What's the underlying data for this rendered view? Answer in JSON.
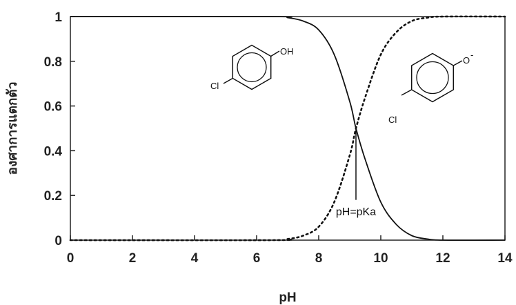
{
  "chart_data": {
    "type": "line",
    "title": "",
    "xlabel": "pH",
    "ylabel": "องศาการแตกตัว",
    "xlim": [
      0,
      14
    ],
    "ylim": [
      0,
      1
    ],
    "xticks": [
      "0",
      "2",
      "4",
      "6",
      "8",
      "10",
      "12",
      "14"
    ],
    "yticks": [
      "0",
      "0.2",
      "0.4",
      "0.6",
      "0.8",
      "1"
    ],
    "grid": false,
    "pKa": 9.2,
    "series": [
      {
        "style": "solid",
        "x": [
          0,
          6.5,
          7.0,
          7.5,
          8.0,
          8.5,
          9.0,
          9.2,
          9.5,
          10.0,
          10.5,
          11.0,
          11.5,
          12.0,
          14.0
        ],
        "y": [
          1.0,
          1.0,
          0.995,
          0.98,
          0.94,
          0.83,
          0.62,
          0.5,
          0.36,
          0.17,
          0.07,
          0.02,
          0.005,
          0.0,
          0.0
        ]
      },
      {
        "style": "dotted",
        "x": [
          0,
          6.5,
          7.0,
          7.5,
          8.0,
          8.5,
          9.0,
          9.2,
          9.5,
          10.0,
          10.5,
          11.0,
          11.5,
          12.0,
          14.0
        ],
        "y": [
          0.0,
          0.0,
          0.005,
          0.02,
          0.06,
          0.17,
          0.38,
          0.5,
          0.64,
          0.83,
          0.93,
          0.98,
          0.995,
          1.0,
          1.0
        ]
      }
    ],
    "annotations": {
      "pka_label": "pH=pKa",
      "left_structure": {
        "substituent_top": "OH",
        "substituent_bottom": "Cl"
      },
      "right_structure": {
        "substituent_top": "O",
        "charge": "-",
        "substituent_bottom": "Cl"
      }
    }
  }
}
